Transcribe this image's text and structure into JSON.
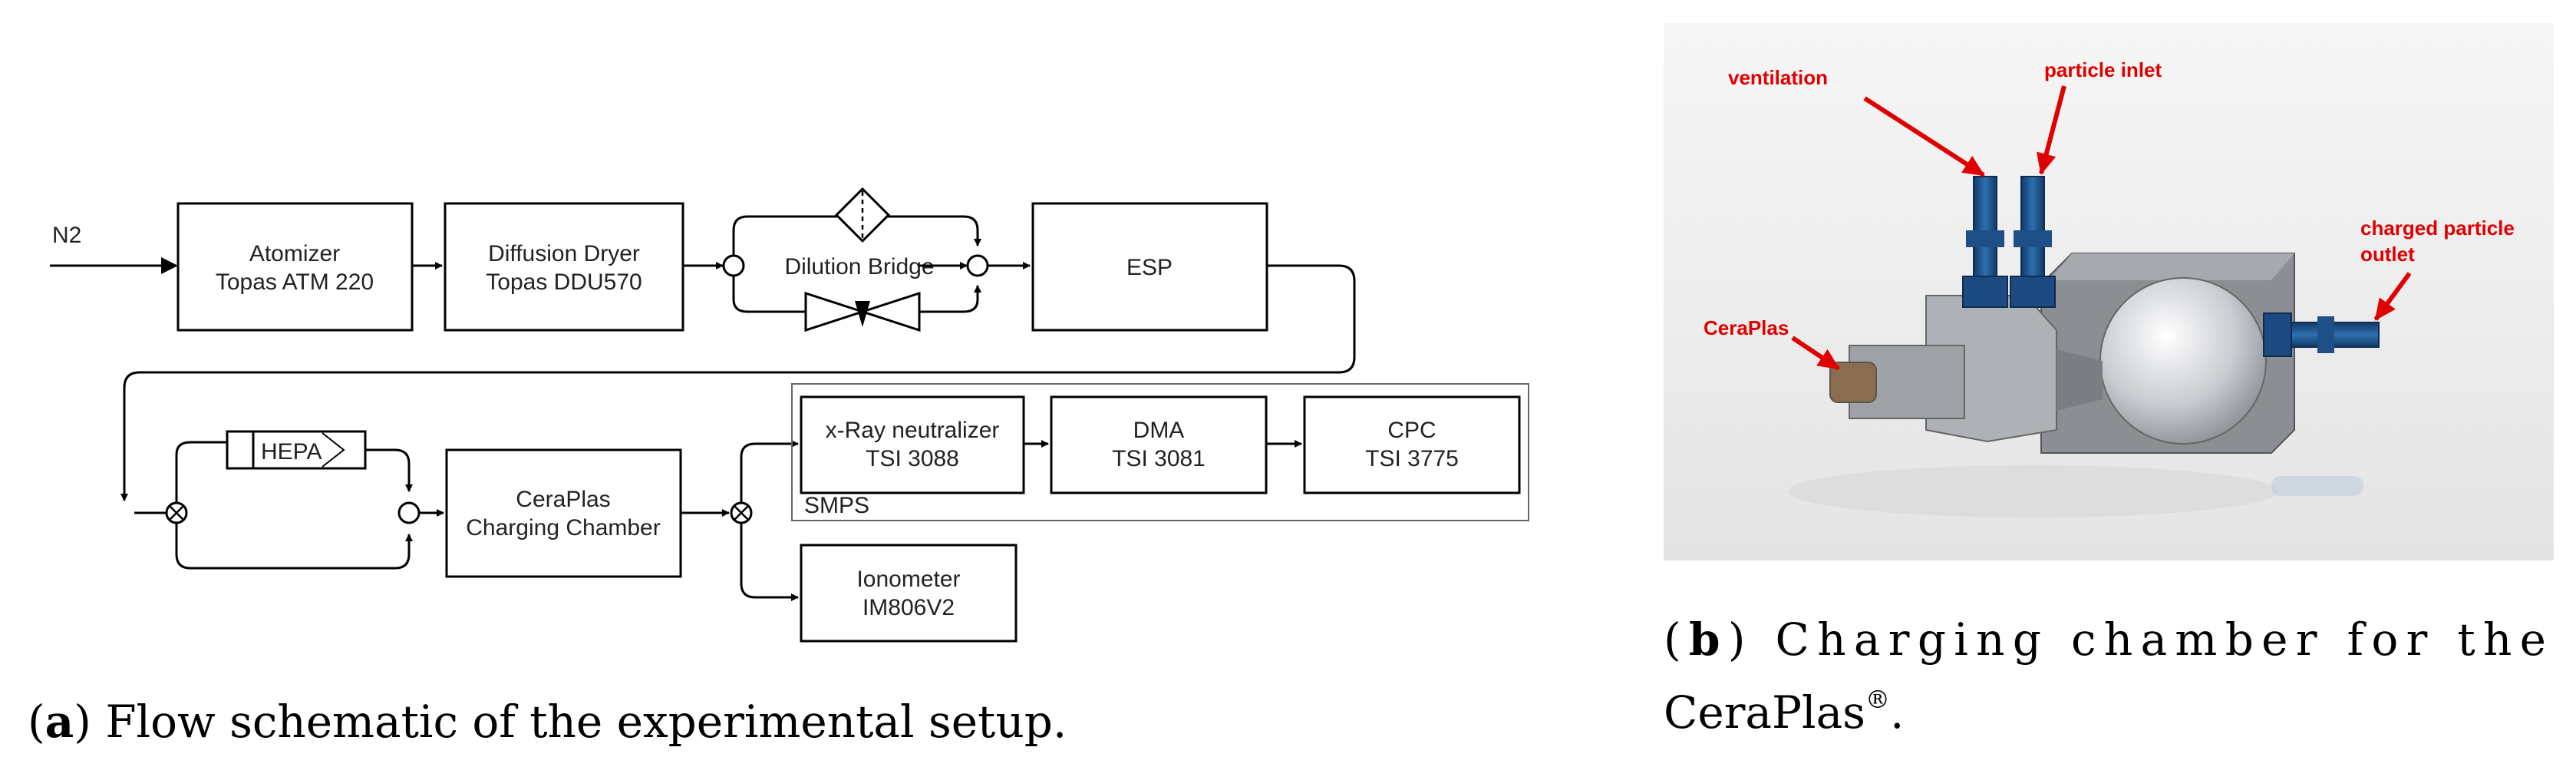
{
  "diagram": {
    "inlet_label": "N2",
    "atomizer": {
      "line1": "Atomizer",
      "line2": "Topas ATM 220"
    },
    "dryer": {
      "line1": "Diffusion Dryer",
      "line2": "Topas DDU570"
    },
    "dilution": {
      "label": "Dilution Bridge"
    },
    "esp": {
      "label": "ESP"
    },
    "hepa": {
      "label": "HEPA"
    },
    "ceraplas": {
      "line1": "CeraPlas",
      "line2": "Charging Chamber"
    },
    "xray": {
      "line1": "x-Ray neutralizer",
      "line2": "TSI 3088"
    },
    "dma": {
      "line1": "DMA",
      "line2": "TSI 3081"
    },
    "cpc": {
      "line1": "CPC",
      "line2": "TSI 3775"
    },
    "smps": {
      "label": "SMPS"
    },
    "ionometer": {
      "line1": "Ionometer",
      "line2": "IM806V2"
    }
  },
  "caption_a": {
    "letter": "a",
    "text": "Flow schematic of the experimental setup."
  },
  "photo": {
    "labels": {
      "ventilation": "ventilation",
      "particle_inlet": "particle inlet",
      "charged_outlet_1": "charged particle",
      "charged_outlet_2": "outlet",
      "ceraplas": "CeraPlas"
    },
    "label_color": "#e00000"
  },
  "caption_b": {
    "letter": "b",
    "line1": "Charging chamber for the",
    "line2": "CeraPlas",
    "trademark": "®",
    "end": "."
  }
}
